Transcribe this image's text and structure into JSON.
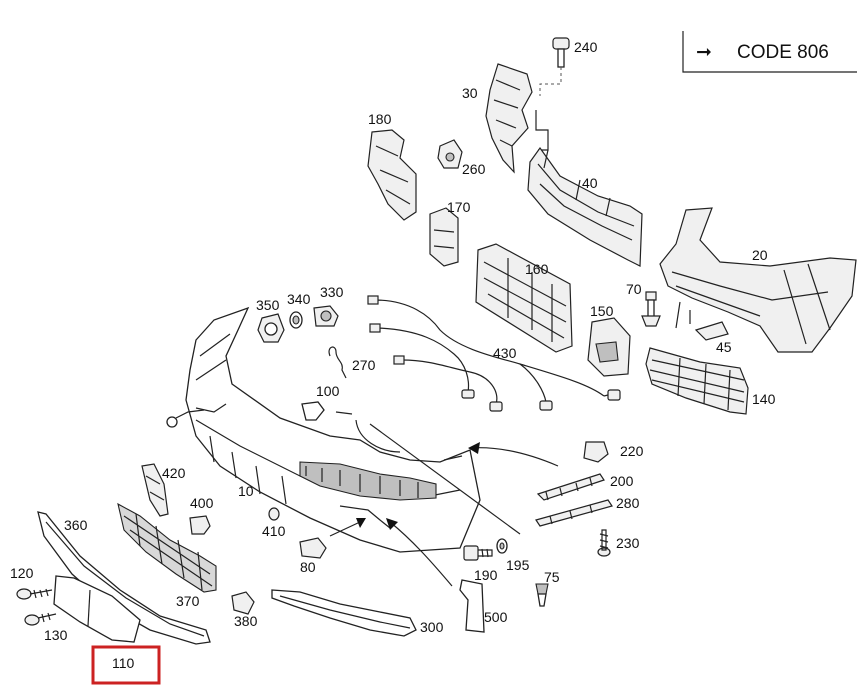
{
  "code_box": {
    "arrow": "➞",
    "text": "CODE  806"
  },
  "highlight": {
    "part": "110",
    "color": "#cc2222"
  },
  "parts": {
    "p10": "10",
    "p20": "20",
    "p30": "30",
    "p40": "40",
    "p45": "45",
    "p70": "70",
    "p75": "75",
    "p80": "80",
    "p100": "100",
    "p110": "110",
    "p120": "120",
    "p130": "130",
    "p140": "140",
    "p150": "150",
    "p160": "160",
    "p170": "170",
    "p180": "180",
    "p190": "190",
    "p195": "195",
    "p200": "200",
    "p220": "220",
    "p230": "230",
    "p240": "240",
    "p260": "260",
    "p270": "270",
    "p280": "280",
    "p300": "300",
    "p330": "330",
    "p340": "340",
    "p350": "350",
    "p360": "360",
    "p370": "370",
    "p380": "380",
    "p400": "400",
    "p410": "410",
    "p420": "420",
    "p430": "430",
    "p500": "500"
  }
}
